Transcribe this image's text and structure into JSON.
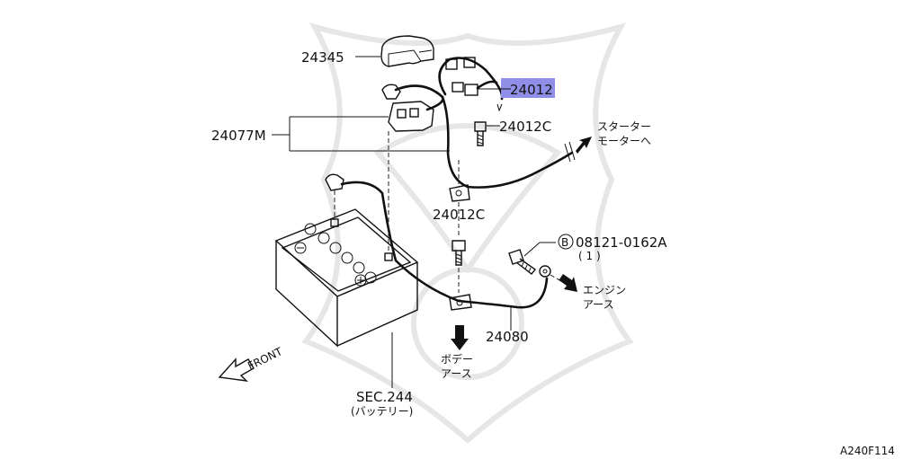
{
  "diagram": {
    "callouts": {
      "p24345": "24345",
      "p24012": "24012",
      "p24012c_top": "24012C",
      "p24077m": "24077M",
      "p24012c_mid": "24012C",
      "p08121": "08121-0162A",
      "p08121_qty": "( 1 )",
      "p08121_mark": "B",
      "p24080": "24080",
      "sec244": "SEC.244",
      "sec244_sub": "(バッテリー)",
      "front": "FRONT"
    },
    "destinations": {
      "starter_line1": "スターター",
      "starter_line2": "モーターへ",
      "engine_line1": "エンジン",
      "engine_line2": "アース",
      "body_line1": "ボデー",
      "body_line2": "アース"
    },
    "figure_code": "A240F114",
    "highlight_color": "#8f8fe8"
  }
}
